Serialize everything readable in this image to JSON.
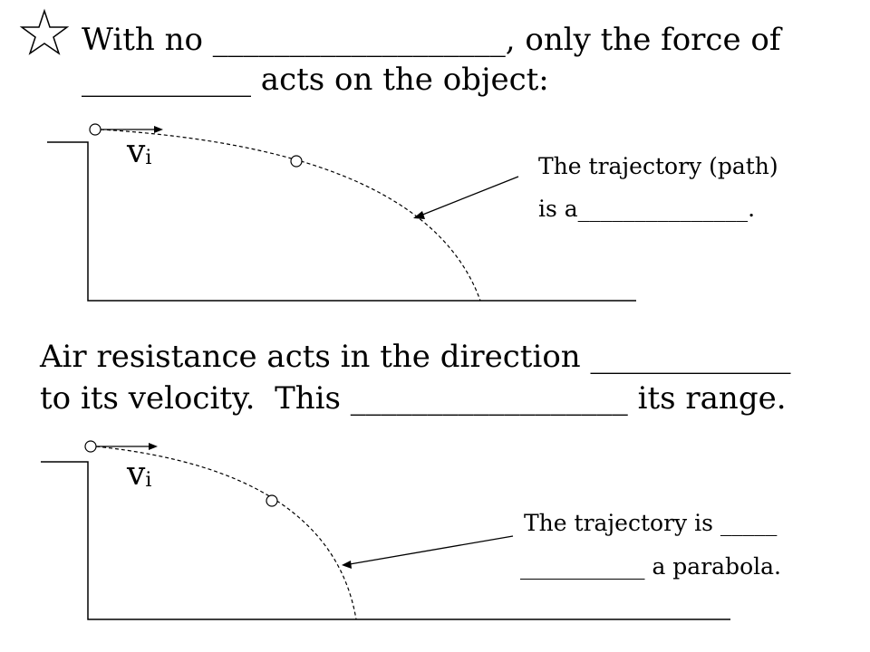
{
  "top": {
    "line1": "With no ___________________, only the force of",
    "line2": "___________ acts on the object:",
    "velocity_symbol": "v",
    "velocity_subscript": "i",
    "note_line1": "The trajectory (path)",
    "note_line2": "is a_______________."
  },
  "middle": {
    "line1": "Air resistance acts in the direction _____________",
    "line2": "to its velocity.  This __________________ its range."
  },
  "bottom": {
    "velocity_symbol": "v",
    "velocity_subscript": "i",
    "note_line1": "The trajectory is _____",
    "note_line2": "___________ a parabola."
  },
  "icons": {
    "star": "star-outline-icon"
  }
}
